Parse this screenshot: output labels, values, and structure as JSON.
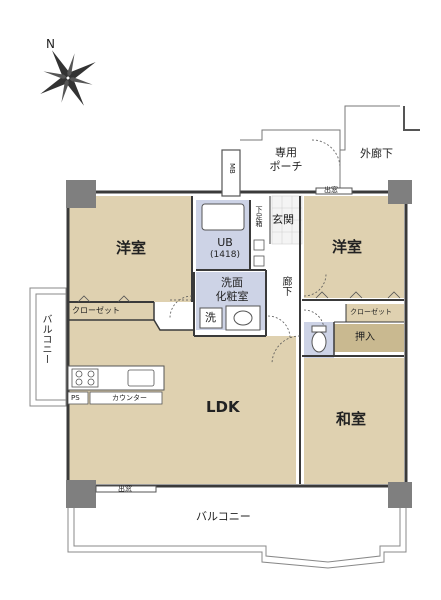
{
  "compass": {
    "north_label": "N"
  },
  "rooms": {
    "western_room_left": "洋室",
    "western_room_right": "洋室",
    "ldk": "LDK",
    "japanese_room": "和室",
    "unit_bath_line1": "UB",
    "unit_bath_line2": "(1418)",
    "washroom_line1": "洗面",
    "washroom_line2": "化粧室",
    "entrance": "玄関",
    "hallway": "廊下",
    "shoe_closet": "下足箱",
    "private_porch_line1": "専用",
    "private_porch_line2": "ポーチ",
    "outer_corridor": "外廊下",
    "meter_box": "MB",
    "balcony_side": "バルコニー",
    "balcony_bottom": "バルコニー"
  },
  "fixtures": {
    "closet_left": "クローゼット",
    "closet_right": "クローゼット",
    "oshiire": "押入",
    "washer": "洗",
    "pipe_space": "PS",
    "counter": "カウンター",
    "window_bottom": "出窓",
    "window_top": "出窓"
  },
  "colors": {
    "room_fill": "#dfd1b0",
    "wet_fill": "#cdd3e6",
    "floor_fill": "#ffffff",
    "wall": "#3a3a3a",
    "column": "#7f7f7f",
    "oshiire_fill": "#c9b990"
  }
}
